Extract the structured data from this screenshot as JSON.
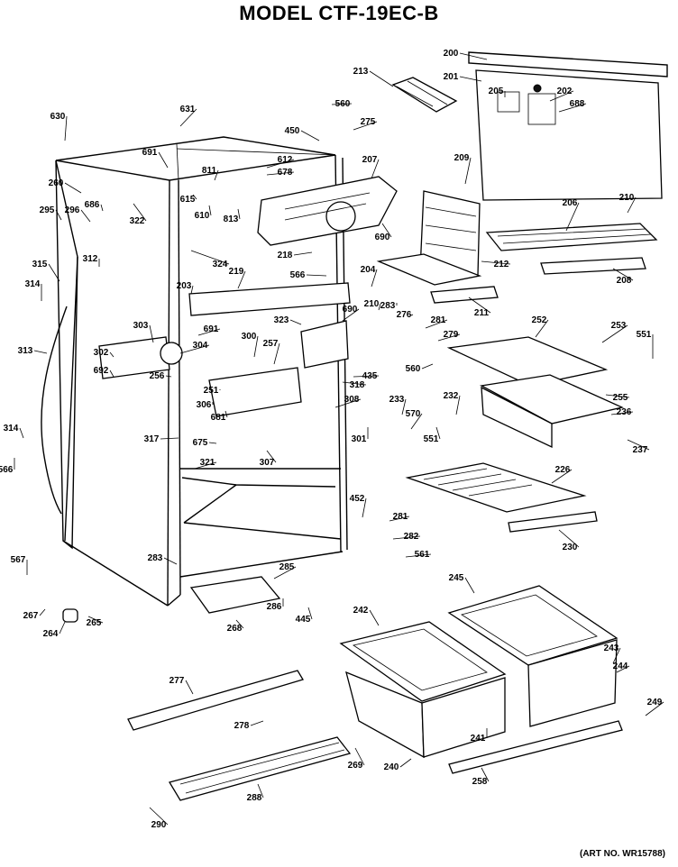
{
  "title": "MODEL CTF-19EC-B",
  "art_number": "(ART NO. WR15788)",
  "callouts": [
    {
      "id": "200"
    },
    {
      "id": "201"
    },
    {
      "id": "202"
    },
    {
      "id": "205"
    },
    {
      "id": "688"
    },
    {
      "id": "213"
    },
    {
      "id": "560"
    },
    {
      "id": "275"
    },
    {
      "id": "450"
    },
    {
      "id": "631"
    },
    {
      "id": "630"
    },
    {
      "id": "691"
    },
    {
      "id": "811"
    },
    {
      "id": "612"
    },
    {
      "id": "678"
    },
    {
      "id": "207"
    },
    {
      "id": "209"
    },
    {
      "id": "210"
    },
    {
      "id": "206"
    },
    {
      "id": "260"
    },
    {
      "id": "686"
    },
    {
      "id": "295"
    },
    {
      "id": "296"
    },
    {
      "id": "322"
    },
    {
      "id": "615"
    },
    {
      "id": "610"
    },
    {
      "id": "813"
    },
    {
      "id": "690"
    },
    {
      "id": "324"
    },
    {
      "id": "218"
    },
    {
      "id": "315"
    },
    {
      "id": "312"
    },
    {
      "id": "314"
    },
    {
      "id": "219"
    },
    {
      "id": "203"
    },
    {
      "id": "566"
    },
    {
      "id": "204"
    },
    {
      "id": "212"
    },
    {
      "id": "208"
    },
    {
      "id": "210"
    },
    {
      "id": "283"
    },
    {
      "id": "211"
    },
    {
      "id": "323"
    },
    {
      "id": "690"
    },
    {
      "id": "276"
    },
    {
      "id": "281"
    },
    {
      "id": "279"
    },
    {
      "id": "252"
    },
    {
      "id": "253"
    },
    {
      "id": "551"
    },
    {
      "id": "303"
    },
    {
      "id": "300"
    },
    {
      "id": "302"
    },
    {
      "id": "304"
    },
    {
      "id": "257"
    },
    {
      "id": "313"
    },
    {
      "id": "691"
    },
    {
      "id": "692"
    },
    {
      "id": "256"
    },
    {
      "id": "560"
    },
    {
      "id": "435"
    },
    {
      "id": "318"
    },
    {
      "id": "251"
    },
    {
      "id": "306"
    },
    {
      "id": "308"
    },
    {
      "id": "233"
    },
    {
      "id": "232"
    },
    {
      "id": "255"
    },
    {
      "id": "236"
    },
    {
      "id": "314"
    },
    {
      "id": "317"
    },
    {
      "id": "681"
    },
    {
      "id": "675"
    },
    {
      "id": "301"
    },
    {
      "id": "570"
    },
    {
      "id": "551"
    },
    {
      "id": "237"
    },
    {
      "id": "566"
    },
    {
      "id": "321"
    },
    {
      "id": "307"
    },
    {
      "id": "226"
    },
    {
      "id": "452"
    },
    {
      "id": "281"
    },
    {
      "id": "282"
    },
    {
      "id": "561"
    },
    {
      "id": "230"
    },
    {
      "id": "567"
    },
    {
      "id": "283"
    },
    {
      "id": "285"
    },
    {
      "id": "245"
    },
    {
      "id": "267"
    },
    {
      "id": "286"
    },
    {
      "id": "445"
    },
    {
      "id": "242"
    },
    {
      "id": "265"
    },
    {
      "id": "264"
    },
    {
      "id": "268"
    },
    {
      "id": "243"
    },
    {
      "id": "244"
    },
    {
      "id": "277"
    },
    {
      "id": "249"
    },
    {
      "id": "278"
    },
    {
      "id": "241"
    },
    {
      "id": "269"
    },
    {
      "id": "240"
    },
    {
      "id": "258"
    },
    {
      "id": "288"
    },
    {
      "id": "290"
    }
  ]
}
